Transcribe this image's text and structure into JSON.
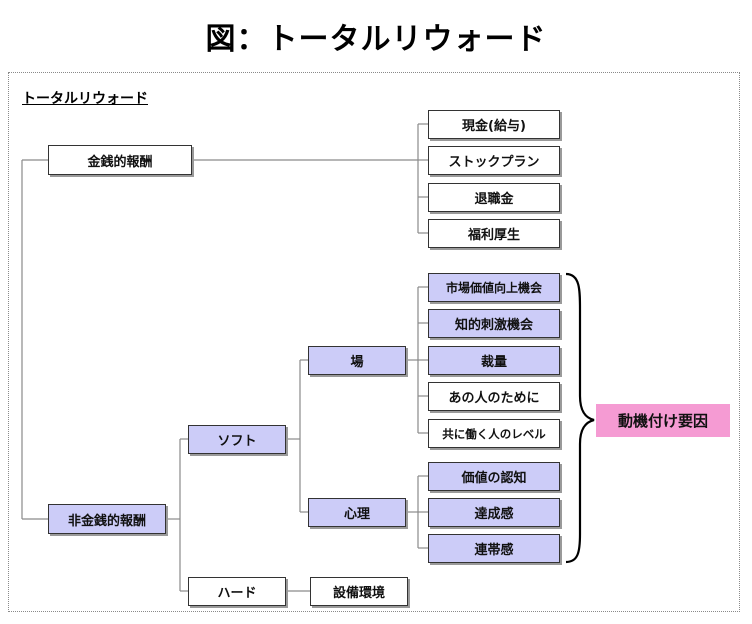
{
  "title": "図：トータルリウォード",
  "frame_label": "トータルリウォード",
  "nodes": {
    "monetary": "金銭的報酬",
    "nonmonetary": "非金銭的報酬",
    "soft": "ソフト",
    "hard": "ハード",
    "ba": "場",
    "shinri": "心理",
    "setsubi": "設備環境",
    "motivation": "動機付け要因"
  },
  "monetary_items": [
    "現金(給与)",
    "ストックプラン",
    "退職金",
    "福利厚生"
  ],
  "ba_items": [
    "市場価値向上機会",
    "知的刺激機会",
    "裁量",
    "あの人のために",
    "共に働く人のレベル"
  ],
  "shinri_items": [
    "価値の認知",
    "達成感",
    "連帯感"
  ]
}
